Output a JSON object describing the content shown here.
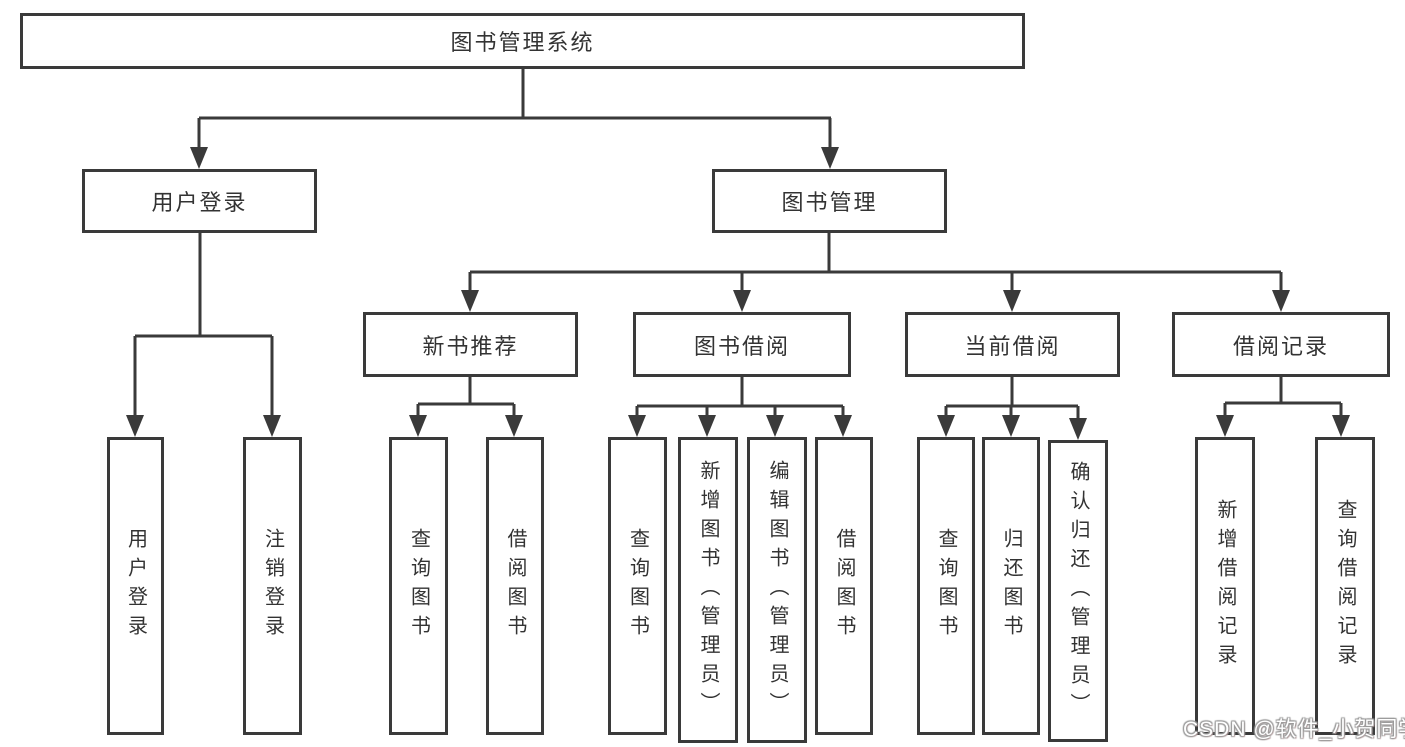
{
  "diagram_title": "图书管理系统",
  "tree": {
    "root": {
      "label": "图书管理系统"
    },
    "user_login": {
      "label": "用户登录",
      "children": [
        {
          "label": "用户登录"
        },
        {
          "label": "注销登录"
        }
      ]
    },
    "book_mgmt": {
      "label": "图书管理",
      "children": [
        {
          "label": "新书推荐",
          "children": [
            {
              "label": "查询图书"
            },
            {
              "label": "借阅图书"
            }
          ]
        },
        {
          "label": "图书借阅",
          "children": [
            {
              "label": "查询图书"
            },
            {
              "label": "新增图书（管理员）"
            },
            {
              "label": "编辑图书（管理员）"
            },
            {
              "label": "借阅图书"
            }
          ]
        },
        {
          "label": "当前借阅",
          "children": [
            {
              "label": "查询图书"
            },
            {
              "label": "归还图书"
            },
            {
              "label": "确认归还（管理员）"
            }
          ]
        },
        {
          "label": "借阅记录",
          "children": [
            {
              "label": "新增借阅记录"
            },
            {
              "label": "查询借阅记录"
            }
          ]
        }
      ]
    }
  },
  "watermark": {
    "text": "CSDN @软件_小贺同学"
  },
  "colors": {
    "line": "#3a3a3a",
    "box_border": "#3a3a3a",
    "text": "#333333",
    "watermark_text": "#ffffff"
  }
}
